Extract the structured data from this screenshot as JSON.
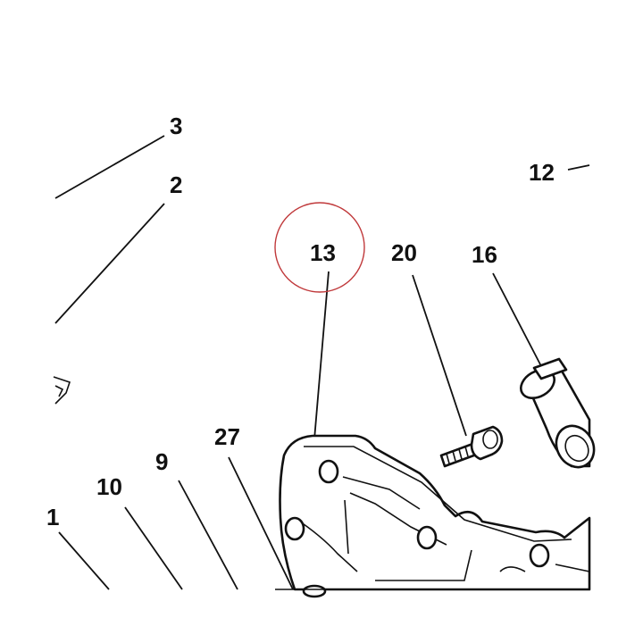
{
  "diagram": {
    "highlight_color": "#c0393b",
    "line_color": "#111111",
    "callouts": {
      "c3": "3",
      "c2": "2",
      "c12": "12",
      "c13": "13",
      "c20": "20",
      "c16": "16",
      "c27": "27",
      "c9": "9",
      "c10": "10",
      "c1": "1"
    },
    "highlighted_callout": "13"
  }
}
